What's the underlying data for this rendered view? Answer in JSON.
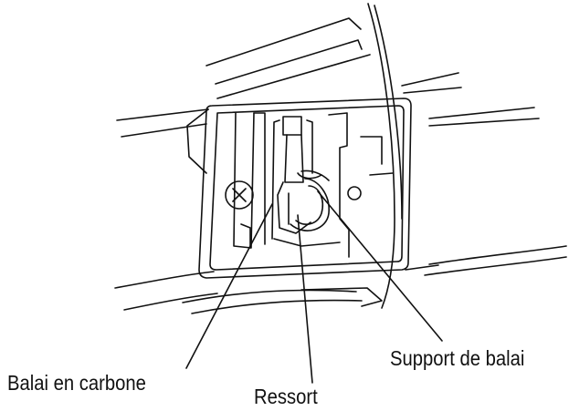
{
  "labels": {
    "carbon_brush": "Balai en carbone",
    "spring": "Ressort",
    "brush_holder": "Support de balai"
  },
  "colors": {
    "line": "#111111",
    "background": "#ffffff"
  }
}
